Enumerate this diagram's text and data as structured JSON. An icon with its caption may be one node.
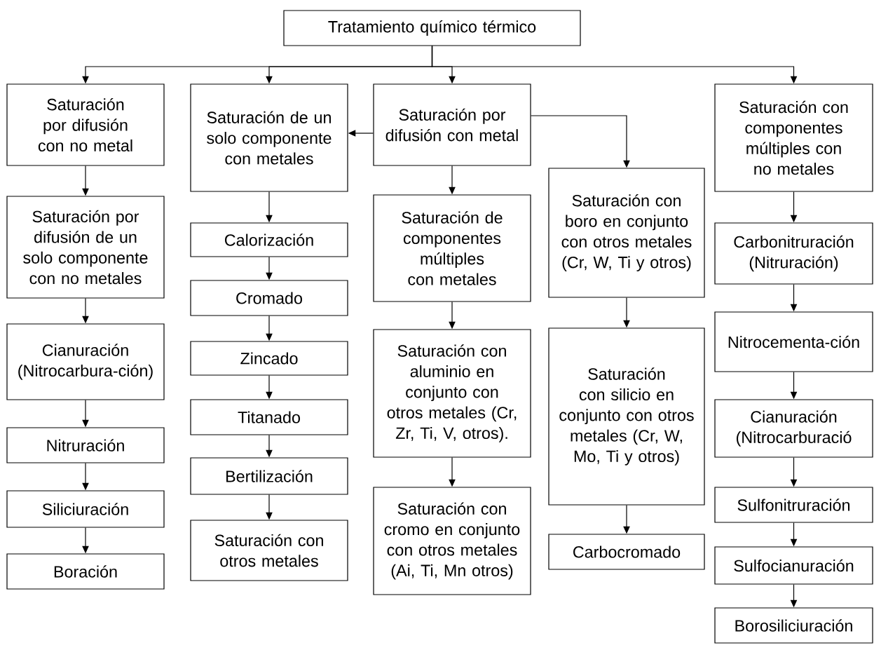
{
  "diagram": {
    "nodes": [
      {
        "text": [
          "Tratamiento químico térmico"
        ]
      },
      {
        "text": [
          "Saturación por difusión con no metal"
        ]
      },
      {
        "text": [
          "Saturación por difusión de un solo componente con no metales"
        ]
      },
      {
        "text": [
          "Cianuración (Nitrocarbura-ción)"
        ]
      },
      {
        "text": [
          "Nitruración"
        ]
      },
      {
        "text": [
          "Siliciuración"
        ]
      },
      {
        "text": [
          "Boración"
        ]
      },
      {
        "text": [
          "Saturación de un solo componente con metales"
        ]
      },
      {
        "text": [
          "Calorización"
        ]
      },
      {
        "text": [
          "Cromado"
        ]
      },
      {
        "text": [
          "Zincado"
        ]
      },
      {
        "text": [
          "Titanado"
        ]
      },
      {
        "text": [
          "Bertilización"
        ]
      },
      {
        "text": [
          "Saturación con otros metales"
        ]
      },
      {
        "text": [
          "Saturación por difusión con metal"
        ]
      },
      {
        "text": [
          "Saturación de componentes múltiples con metales"
        ]
      },
      {
        "text": [
          "Saturación con aluminio en conjunto con otros metales (Cr, Zr, Ti, V, otros)."
        ]
      },
      {
        "text": [
          "Saturación con cromo en conjunto con otros metales (Ai, Ti, Mn otros)"
        ]
      },
      {
        "text": [
          "Saturación con boro en conjunto con otros metales (Cr, W, Ti y otros)"
        ]
      },
      {
        "text": [
          "Saturación con silicio en conjunto con otros metales (Cr, W, Mo, Ti y otros)"
        ]
      },
      {
        "text": [
          "Carbocromado"
        ]
      },
      {
        "text": [
          "Saturación con componentes múltiples con no metales"
        ]
      },
      {
        "text": [
          "Carbonitruración (Nitruración)"
        ]
      },
      {
        "text": [
          "Nitrocementa-ción"
        ]
      },
      {
        "text": [
          "Cianuración (Nitrocarburació"
        ]
      },
      {
        "text": [
          "Sulfonitruración"
        ]
      },
      {
        "text": [
          "Sulfocianuración"
        ]
      },
      {
        "text": [
          "Borosiliciuración"
        ]
      }
    ],
    "edges": [
      {
        "from": 0,
        "to": 1,
        "arrow": "to"
      },
      {
        "from": 0,
        "to": 7,
        "arrow": "to"
      },
      {
        "from": 0,
        "to": 14,
        "arrow": "to"
      },
      {
        "from": 0,
        "to": 21,
        "arrow": "to"
      },
      {
        "from": 1,
        "to": 2,
        "arrow": "to"
      },
      {
        "from": 2,
        "to": 3,
        "arrow": "to"
      },
      {
        "from": 3,
        "to": 4,
        "arrow": "to"
      },
      {
        "from": 4,
        "to": 5,
        "arrow": "to"
      },
      {
        "from": 5,
        "to": 6,
        "arrow": "to"
      },
      {
        "from": 7,
        "to": 8,
        "arrow": "to"
      },
      {
        "from": 8,
        "to": 9,
        "arrow": "to"
      },
      {
        "from": 9,
        "to": 10,
        "arrow": "to"
      },
      {
        "from": 10,
        "to": 11,
        "arrow": "to"
      },
      {
        "from": 11,
        "to": 12,
        "arrow": "to"
      },
      {
        "from": 12,
        "to": 13,
        "arrow": "to"
      },
      {
        "from": 14,
        "to": 7,
        "arrow": "to"
      },
      {
        "from": 14,
        "to": 18,
        "arrow": "to"
      },
      {
        "from": 14,
        "to": 15,
        "arrow": "to"
      },
      {
        "from": 15,
        "to": 16,
        "arrow": "to"
      },
      {
        "from": 16,
        "to": 17,
        "arrow": "to"
      },
      {
        "from": 18,
        "to": 19,
        "arrow": "to"
      },
      {
        "from": 19,
        "to": 20,
        "arrow": "to"
      },
      {
        "from": 21,
        "to": 22,
        "arrow": "to"
      },
      {
        "from": 22,
        "to": 23,
        "arrow": "to"
      },
      {
        "from": 23,
        "to": 24,
        "arrow": "to"
      },
      {
        "from": 24,
        "to": 25,
        "arrow": "to"
      },
      {
        "from": 25,
        "to": 26,
        "arrow": "to"
      },
      {
        "from": 26,
        "to": 27,
        "arrow": "to"
      }
    ]
  }
}
